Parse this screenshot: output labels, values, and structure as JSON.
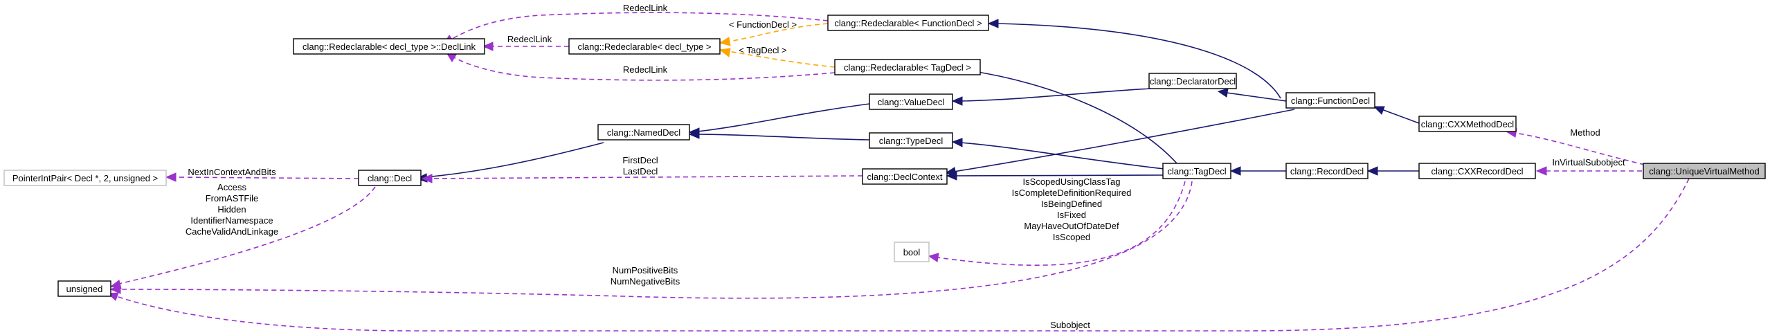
{
  "nodes": {
    "redecl_declink": "clang::Redeclarable< decl_type >::DeclLink",
    "redecl_decltype": "clang::Redeclarable< decl_type >",
    "redecl_function": "clang::Redeclarable< FunctionDecl >",
    "redecl_tag": "clang::Redeclarable< TagDecl >",
    "pointer_int_pair": "PointerIntPair< Decl *, 2, unsigned >",
    "decl": "clang::Decl",
    "named_decl": "clang::NamedDecl",
    "value_decl": "clang::ValueDecl",
    "type_decl": "clang::TypeDecl",
    "decl_context": "clang::DeclContext",
    "declarator_decl": "clang::DeclaratorDecl",
    "function_decl": "clang::FunctionDecl",
    "tag_decl": "clang::TagDecl",
    "record_decl": "clang::RecordDecl",
    "cxx_method_decl": "clang::CXXMethodDecl",
    "cxx_record_decl": "clang::CXXRecordDecl",
    "unique_virtual_method": "clang::UniqueVirtualMethod",
    "unsigned": "unsigned",
    "bool": "bool"
  },
  "edge_labels": {
    "redecl_link_top": "RedeclLink",
    "redecl_link_mid": "RedeclLink",
    "redecl_link_bottom": "RedeclLink",
    "function_decl_tpl": "< FunctionDecl >",
    "tag_decl_tpl": "< TagDecl >",
    "next_in_context": "NextInContextAndBits",
    "first_last_decl": [
      "FirstDecl",
      "LastDecl"
    ],
    "decl_unsigned_fields": [
      "Access",
      "FromASTFile",
      "Hidden",
      "IdentifierNamespace",
      "CacheValidAndLinkage"
    ],
    "tag_bool_fields": [
      "IsScopedUsingClassTag",
      "IsCompleteDefinitionRequired",
      "IsBeingDefined",
      "IsFixed",
      "MayHaveOutOfDateDef",
      "IsScoped"
    ],
    "num_bits": [
      "NumPositiveBits",
      "NumNegativeBits"
    ],
    "method": "Method",
    "in_virtual_subobject": "InVirtualSubobject",
    "subobject": "Subobject"
  },
  "colors": {
    "inheritance": "#191970",
    "usage": "#9a32cd",
    "template": "#ffa500",
    "focus_fill": "#bfbfbf",
    "external_border": "#bfbfbf"
  }
}
